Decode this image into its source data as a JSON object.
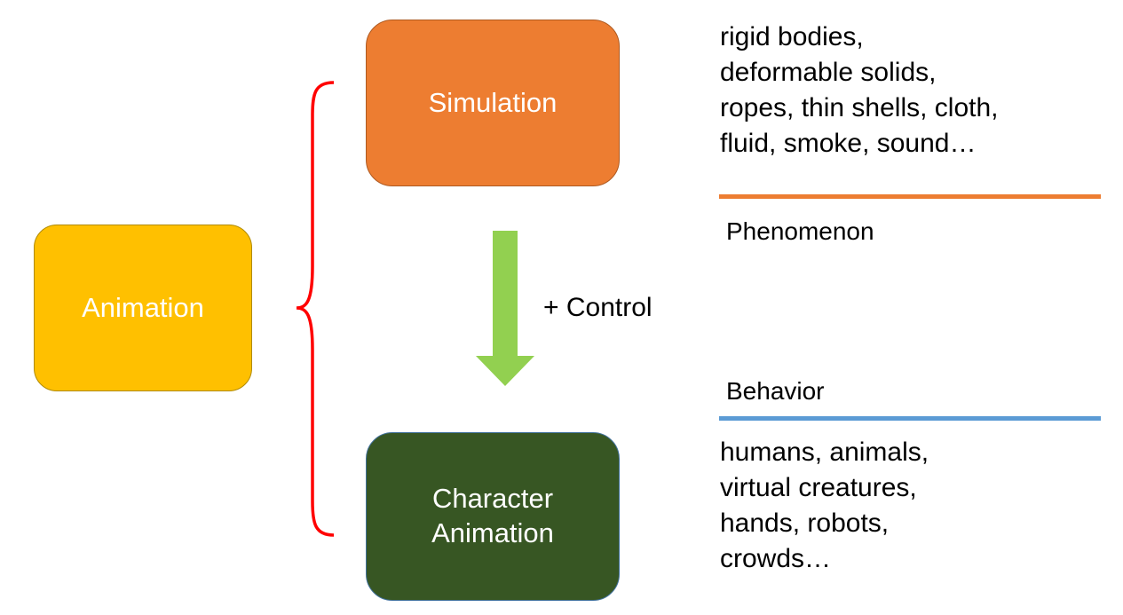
{
  "root": {
    "label": "Animation"
  },
  "top_branch": {
    "label": "Simulation"
  },
  "bottom_branch": {
    "label_lines": [
      "Character",
      "Animation"
    ]
  },
  "transition": {
    "label": "+ Control"
  },
  "phenomenon": {
    "category": "Phenomenon",
    "items": [
      "rigid bodies,",
      "deformable solids,",
      "ropes, thin shells, cloth,",
      "fluid, smoke, sound…"
    ]
  },
  "behavior": {
    "category": "Behavior",
    "items": [
      "humans, animals,",
      "virtual creatures,",
      "hands, robots,",
      "crowds…"
    ]
  },
  "colors": {
    "animation_fill": "#ffc000",
    "simulation_fill": "#ed7d31",
    "character_fill": "#375623",
    "arrow_fill": "#92d050",
    "brace_stroke": "#ff0000",
    "phenomenon_line": "#ed7d31",
    "behavior_line": "#5b9bd5"
  }
}
